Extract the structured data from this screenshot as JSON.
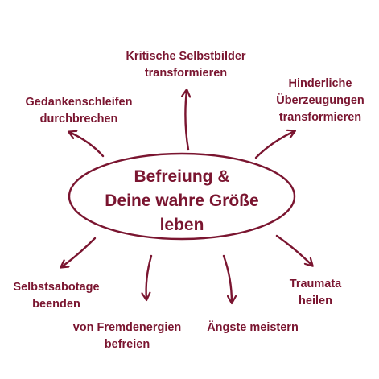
{
  "center": {
    "line1": "Befreiung &",
    "line2": "Deine wahre Größe leben"
  },
  "branches": [
    {
      "text": "Kritische Selbstbilder\ntransformieren"
    },
    {
      "text": "Gedankenschleifen\ndurchbrechen"
    },
    {
      "text": "Hinderliche\nÜberzeugungen\ntransformieren"
    },
    {
      "text": "Selbstsabotage\nbeenden"
    },
    {
      "text": "von Fremdenergien\nbefreien"
    },
    {
      "text": "Ängste meistern"
    },
    {
      "text": "Traumata\nheilen"
    }
  ],
  "colors": {
    "accent": "#7a1530",
    "background": "#ffffff"
  }
}
